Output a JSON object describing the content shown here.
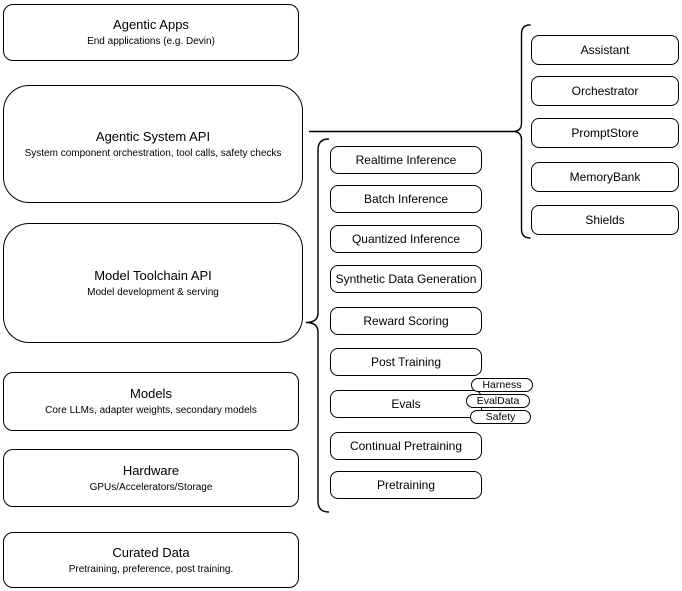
{
  "diagram": {
    "left_stack": [
      {
        "title": "Agentic Apps",
        "subtitle": "End applications (e.g. Devin)"
      },
      {
        "title": "Agentic System API",
        "subtitle": "System component orchestration, tool calls, safety checks"
      },
      {
        "title": "Model Toolchain API",
        "subtitle": "Model development & serving"
      },
      {
        "title": "Models",
        "subtitle": "Core LLMs, adapter weights, secondary models"
      },
      {
        "title": "Hardware",
        "subtitle": "GPUs/Accelerators/Storage"
      },
      {
        "title": "Curated Data",
        "subtitle": "Pretraining, preference, post training."
      }
    ],
    "toolchain_group": {
      "items": [
        "Realtime Inference",
        "Batch Inference",
        "Quantized Inference",
        "Synthetic Data Generation",
        "Reward Scoring",
        "Post Training",
        "Evals",
        "Continual Pretraining",
        "Pretraining"
      ],
      "eval_tags": [
        "Harness",
        "EvalData",
        "Safety"
      ]
    },
    "system_group": {
      "items": [
        "Assistant",
        "Orchestrator",
        "PromptStore",
        "MemoryBank",
        "Shields"
      ]
    },
    "colors": {
      "stroke": "#000000",
      "fill": "#ffffff",
      "background": "#ffffff"
    }
  }
}
